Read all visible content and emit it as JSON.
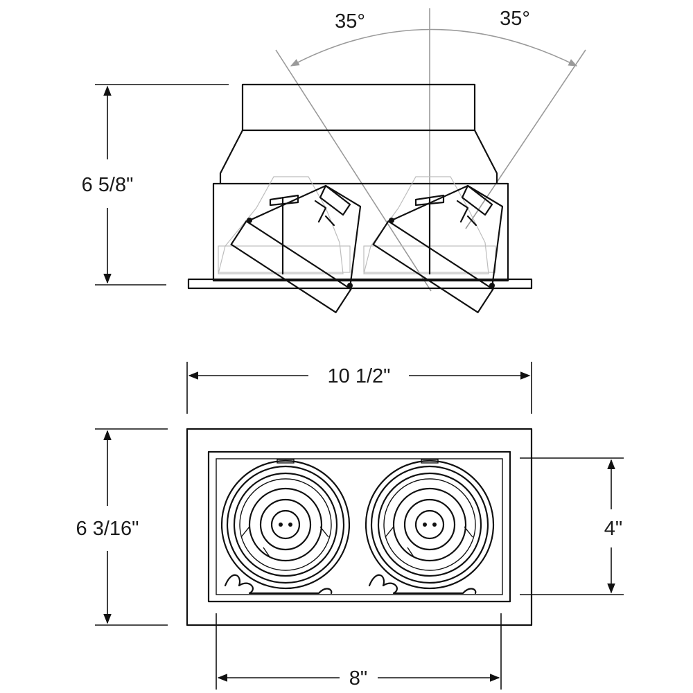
{
  "side_view": {
    "tilt_left_label": "35°",
    "tilt_right_label": "35°",
    "height_label": "6 5/8\""
  },
  "top_view": {
    "width_label": "10 1/2\"",
    "height_label": "6 3/16\"",
    "cutout_height_label": "4\"",
    "cutout_width_label": "8\""
  },
  "colors": {
    "line": "#111111",
    "tilt_guides": "#9a9a9a",
    "background": "#ffffff"
  }
}
